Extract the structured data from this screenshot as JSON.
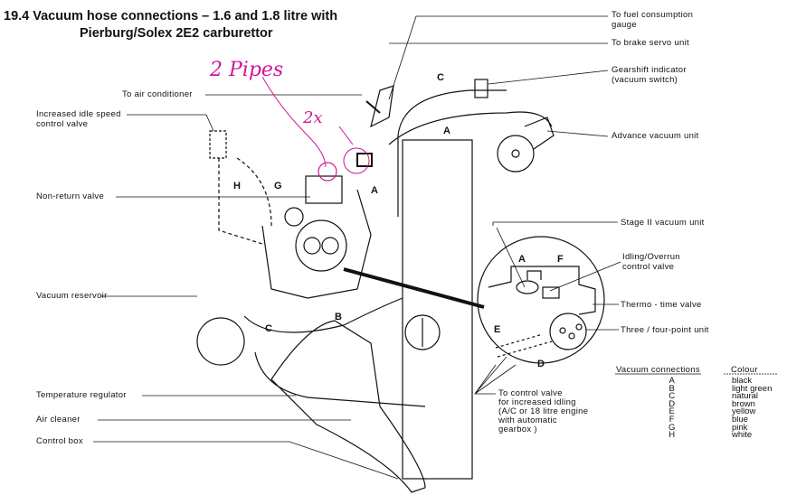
{
  "title": {
    "line1": "19.4  Vacuum hose connections – 1.6 and 1.8 litre with",
    "line2": "Pierburg/Solex 2E2 carburettor"
  },
  "labels_right": {
    "fuel_gauge_1": "To fuel consumption",
    "fuel_gauge_2": "gauge",
    "brake_servo": "To brake servo unit",
    "gearshift_1": "Gearshift indicator",
    "gearshift_2": "(vacuum switch)",
    "advance": "Advance vacuum unit",
    "stage2": "Stage II vacuum unit",
    "idling_1": "Idling/Overrun",
    "idling_2": "control valve",
    "thermo": "Thermo - time valve",
    "three_four": "Three / four-point unit",
    "control_1": "To control valve",
    "control_2": "for increased idling",
    "control_3": "(A/C or 18 litre engine",
    "control_4": "with automatic",
    "control_5": "gearbox )"
  },
  "labels_left": {
    "air_cond": "To air conditioner",
    "idle_valve_1": "Increased idle speed",
    "idle_valve_2": "control valve",
    "non_return": "Non-return valve",
    "reservoir": "Vacuum reservoir",
    "temp_reg": "Temperature regulator",
    "air_cleaner": "Air cleaner",
    "control_box": "Control box"
  },
  "hose_letters": {
    "c_top": "C",
    "a_top": "A",
    "h": "H",
    "g": "G",
    "a_mid": "A",
    "b": "B",
    "c_low": "C",
    "inset_a": "A",
    "inset_f": "F",
    "inset_e": "E",
    "inset_d": "D"
  },
  "annotations": {
    "pipes": "2 Pipes",
    "times": "2x"
  },
  "legend": {
    "header_conn": "Vacuum connections",
    "header_colour": "Colour",
    "rows": [
      {
        "letter": "A",
        "colour": "black"
      },
      {
        "letter": "B",
        "colour": "light green"
      },
      {
        "letter": "C",
        "colour": "natural"
      },
      {
        "letter": "D",
        "colour": "brown"
      },
      {
        "letter": "E",
        "colour": "yellow"
      },
      {
        "letter": "F",
        "colour": "blue"
      },
      {
        "letter": "G",
        "colour": "pink"
      },
      {
        "letter": "H",
        "colour": "white"
      }
    ]
  },
  "colors": {
    "ink": "#111111",
    "annotation": "#d0169a"
  }
}
